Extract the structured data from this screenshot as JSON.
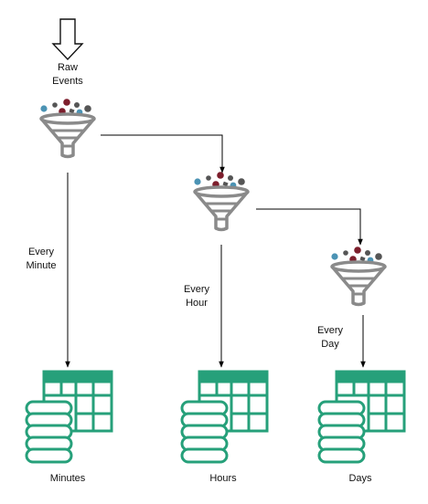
{
  "labels": {
    "raw_events_line1": "Raw",
    "raw_events_line2": "Events",
    "every_minute_line1": "Every",
    "every_minute_line2": "Minute",
    "every_hour_line1": "Every",
    "every_hour_line2": "Hour",
    "every_day_line1": "Every",
    "every_day_line2": "Day",
    "minutes": "Minutes",
    "hours": "Hours",
    "days": "Days"
  },
  "icons": {
    "input": "hollow-down-arrow-icon",
    "filter": "funnel-icon",
    "storage": "database-table-icon"
  },
  "colors": {
    "funnel": "#8a8a8a",
    "funnel_dark": "#6f6f6f",
    "storage": "#26a07a",
    "dot_blue": "#4b93b4",
    "dot_red": "#7d1e2c",
    "dot_gray": "#555555",
    "connector": "#000000"
  }
}
